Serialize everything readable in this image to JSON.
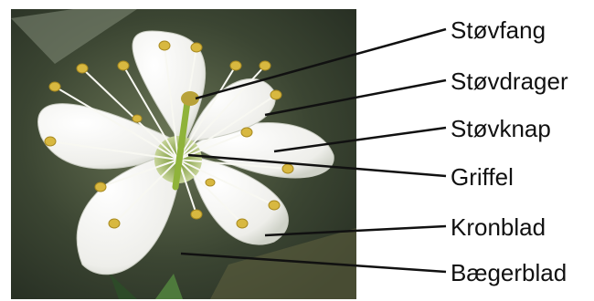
{
  "diagram": {
    "labels": [
      {
        "id": "stovfang",
        "text": "Støvfang"
      },
      {
        "id": "stovdrager",
        "text": "Støvdrager"
      },
      {
        "id": "stovknap",
        "text": "Støvknap"
      },
      {
        "id": "griffel",
        "text": "Griffel"
      },
      {
        "id": "kronblad",
        "text": "Kronblad"
      },
      {
        "id": "baegerblad",
        "text": "Bægerblad"
      }
    ]
  },
  "colors": {
    "leader_line": "#111111",
    "petal": "#f3f4f2",
    "background": "#3e4a35"
  }
}
